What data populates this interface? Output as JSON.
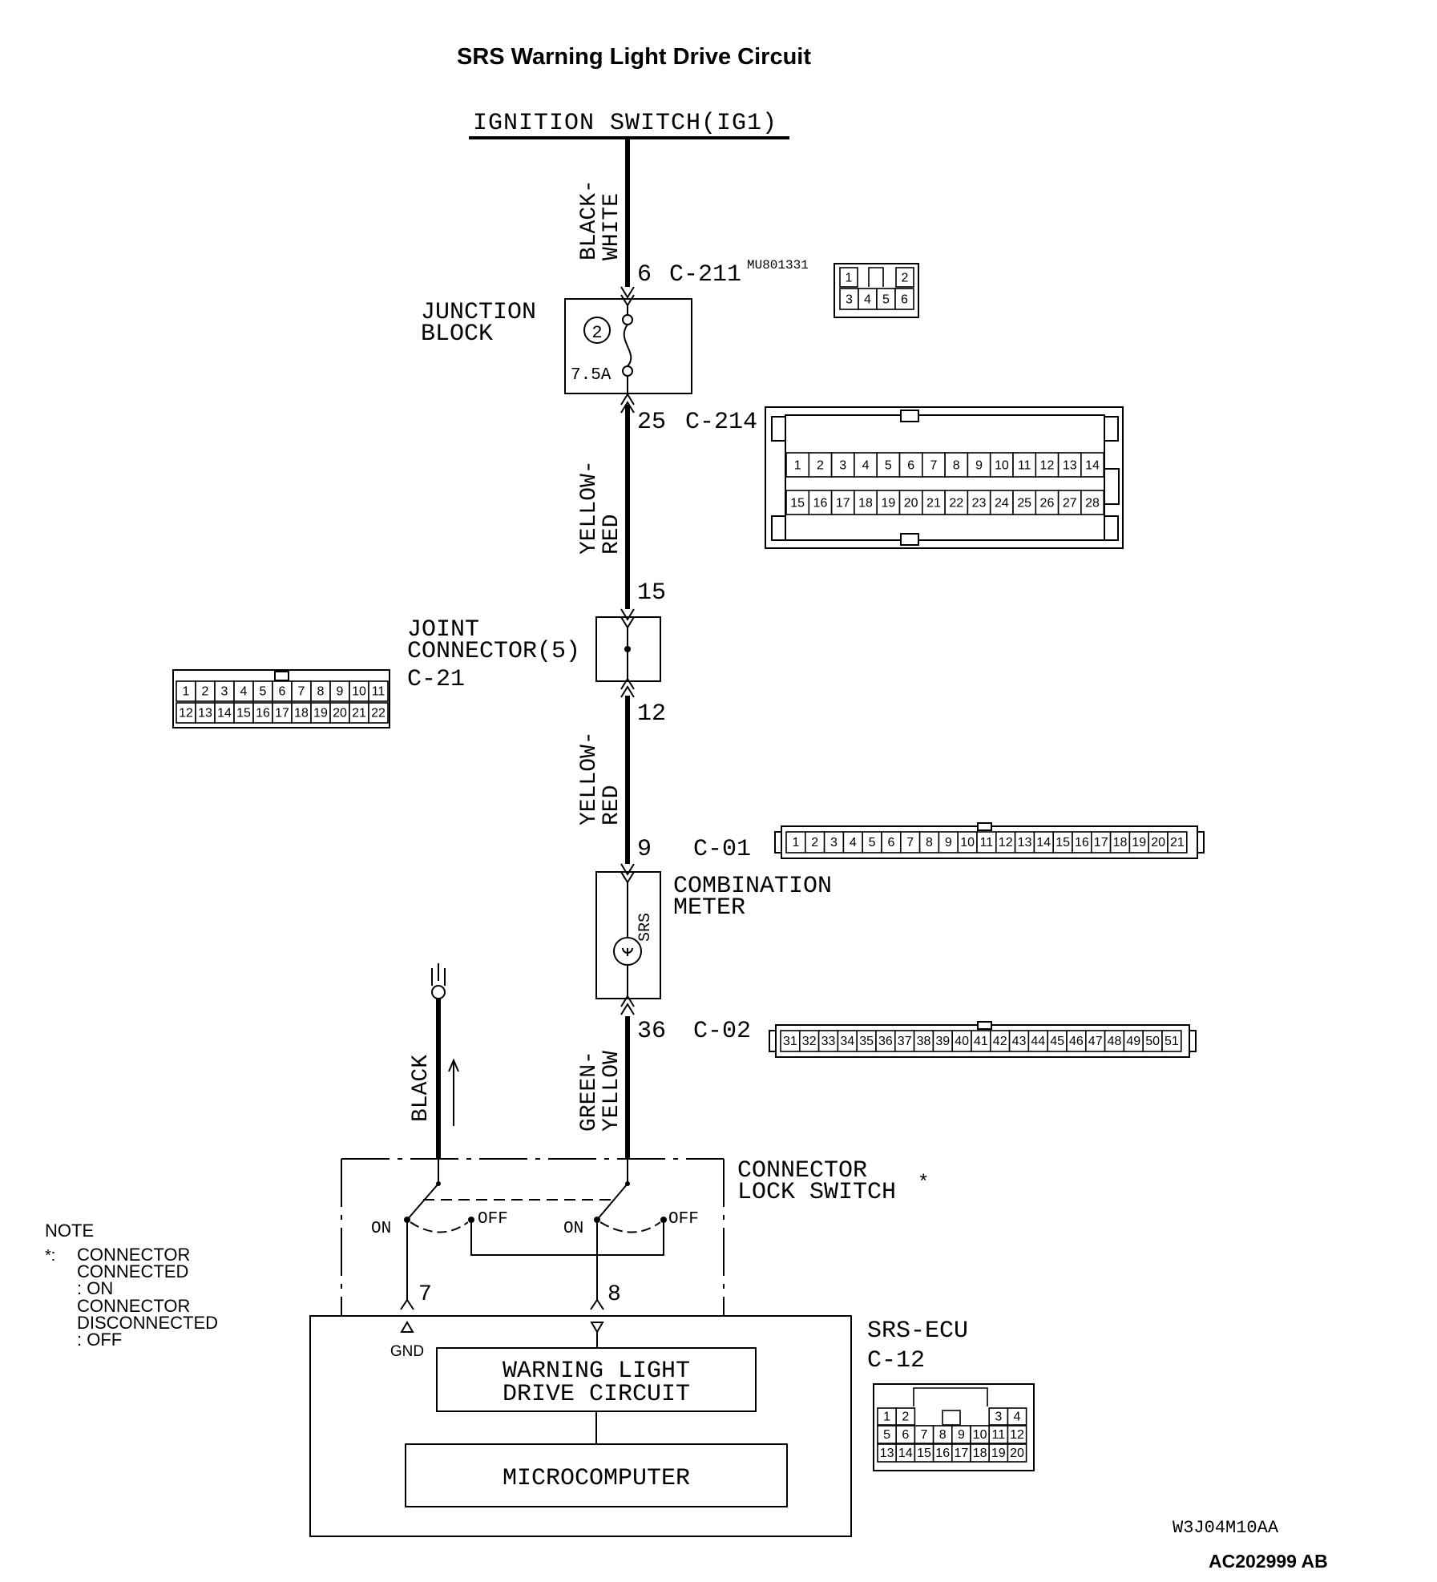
{
  "title": "SRS Warning Light Drive Circuit",
  "source_label": "IGNITION SWITCH(IG1)",
  "wires": {
    "w1": [
      "BLACK-",
      "WHITE"
    ],
    "w2": [
      "YELLOW-",
      "RED"
    ],
    "w3": [
      "YELLOW-",
      "RED"
    ],
    "w4": [
      "GREEN-",
      "YELLOW"
    ],
    "ground": "BLACK"
  },
  "junction_block": {
    "label": [
      "JUNCTION",
      "BLOCK"
    ],
    "fuse_number": "2",
    "fuse_rating": "7.5A",
    "pin_in": "6",
    "pin_out": "25",
    "connector_in": "C-211",
    "connector_in_part": "MU801331",
    "connector_out": "C-214"
  },
  "joint_connector": {
    "label": [
      "JOINT",
      "CONNECTOR(5)"
    ],
    "connector": "C-21",
    "pin_in": "15",
    "pin_out": "12"
  },
  "combination_meter": {
    "label": [
      "COMBINATION",
      "METER"
    ],
    "lamp": "SRS",
    "pin_in": "9",
    "pin_out": "36",
    "connector_in": "C-01",
    "connector_out": "C-02"
  },
  "lock_switch": {
    "label": [
      "CONNECTOR",
      "LOCK SWITCH"
    ],
    "asterisk": "*",
    "on": "ON",
    "off": "OFF"
  },
  "srs_ecu": {
    "label": "SRS-ECU",
    "connector": "C-12",
    "pin_gnd": "7",
    "pin_warn": "8",
    "gnd_label": "GND",
    "drive_circuit": [
      "WARNING LIGHT",
      "DRIVE CIRCUIT"
    ],
    "microcomputer": "MICROCOMPUTER"
  },
  "note": {
    "heading": "NOTE",
    "marker": "*:",
    "lines": [
      "CONNECTOR",
      "CONNECTED",
      ": ON",
      "CONNECTOR",
      "DISCONNECTED",
      ": OFF"
    ]
  },
  "connector_views": {
    "c211": {
      "row1": [
        "1",
        "2"
      ],
      "row2": [
        "3",
        "4",
        "5",
        "6"
      ]
    },
    "c214": {
      "row1": [
        "1",
        "2",
        "3",
        "4",
        "5",
        "6",
        "7",
        "8",
        "9",
        "10",
        "11",
        "12",
        "13",
        "14"
      ],
      "row2": [
        "15",
        "16",
        "17",
        "18",
        "19",
        "20",
        "21",
        "22",
        "23",
        "24",
        "25",
        "26",
        "27",
        "28"
      ]
    },
    "c21": {
      "row1": [
        "1",
        "2",
        "3",
        "4",
        "5",
        "6",
        "7",
        "8",
        "9",
        "10",
        "11"
      ],
      "row2": [
        "12",
        "13",
        "14",
        "15",
        "16",
        "17",
        "18",
        "19",
        "20",
        "21",
        "22"
      ]
    },
    "c01": [
      "1",
      "2",
      "3",
      "4",
      "5",
      "6",
      "7",
      "8",
      "9",
      "10",
      "11",
      "12",
      "13",
      "14",
      "15",
      "16",
      "17",
      "18",
      "19",
      "20",
      "21"
    ],
    "c02": [
      "31",
      "32",
      "33",
      "34",
      "35",
      "36",
      "37",
      "38",
      "39",
      "40",
      "41",
      "42",
      "43",
      "44",
      "45",
      "46",
      "47",
      "48",
      "49",
      "50",
      "51"
    ],
    "c12": {
      "row1": [
        "1",
        "2",
        "",
        "",
        "",
        "",
        "3",
        "4"
      ],
      "row2": [
        "5",
        "6",
        "7",
        "8",
        "9",
        "10",
        "11",
        "12"
      ],
      "row3": [
        "13",
        "14",
        "15",
        "16",
        "17",
        "18",
        "19",
        "20"
      ]
    }
  },
  "diagram_code": "W3J04M10AA",
  "figure_id": "AC202999 AB"
}
